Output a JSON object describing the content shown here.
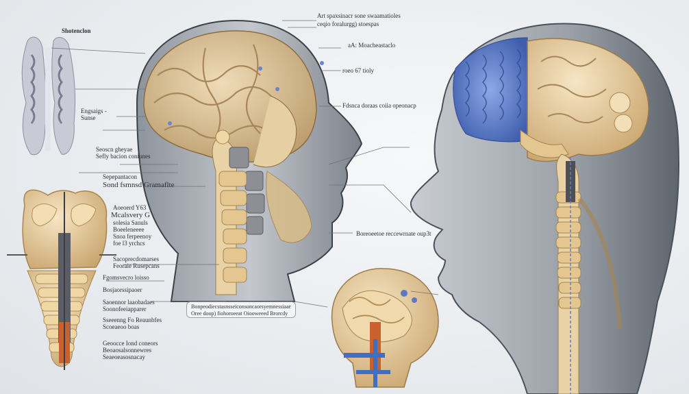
{
  "labels": {
    "top_title_1": "Art spaxsinacr sone swaamatioles",
    "top_title_2": "ceqio foralurgg) stoespas",
    "spine_top": "Shotenclon",
    "upper_right_1": "aA: Moacheastaclo",
    "upper_right_2": "roeo 67 tioly",
    "mid_right": "Fdsnca doraas coiia opeonacp",
    "left_1a": "Engsaigs -",
    "left_1b": "Sunse",
    "left_2a": "Seoscn gheyae",
    "left_2b": "Sefly bacion coniunes",
    "left_3a": "Sepepantacon",
    "left_3b": "Sond fsmnsd Gramaflte",
    "left_4a": "Aoeoerd Y63",
    "left_4b": "Mcalsvery G",
    "left_4c": "solesia Sanuls",
    "left_4d": "Boeeleneeee",
    "left_4e": "Snoa ferpeenoy",
    "left_4f": "foe l3 yrchcs",
    "left_5a": "Sacoprecdomarses",
    "left_5b": "Feoraie Rusepcans",
    "left_6": "Fgomsvecro loisso",
    "left_7": "Bosjaorssipaoer",
    "left_8a": "Saoennor laaobadaes",
    "left_8b": "Soonofeeiapparer",
    "left_9a": "Sseeenng Fo Reaunbfes",
    "left_9b": "Scoeaeoo boas",
    "left_10a": "Geoocce Iond coneors",
    "left_10b": "Beoaosalsonnewres",
    "left_10c": "Seaeoeasosnacay",
    "center_lower": "Boreoeetoe reccewrnate oup3t",
    "box_1": "Bonpeodiecstasnsseiconsoncaorsyemnessiaarsoy",
    "box_2": "Oree doop) fiohoroeeat Oiooweeed Brorcdy"
  },
  "colors": {
    "bone": "#e8cf9d",
    "bone_dark": "#c9a66a",
    "skin": "#b9bec5",
    "skin_dark": "#6f757d",
    "brain_blue": "#5b78c4",
    "brain_tan": "#dcc08c",
    "leader": "#6d7178"
  }
}
